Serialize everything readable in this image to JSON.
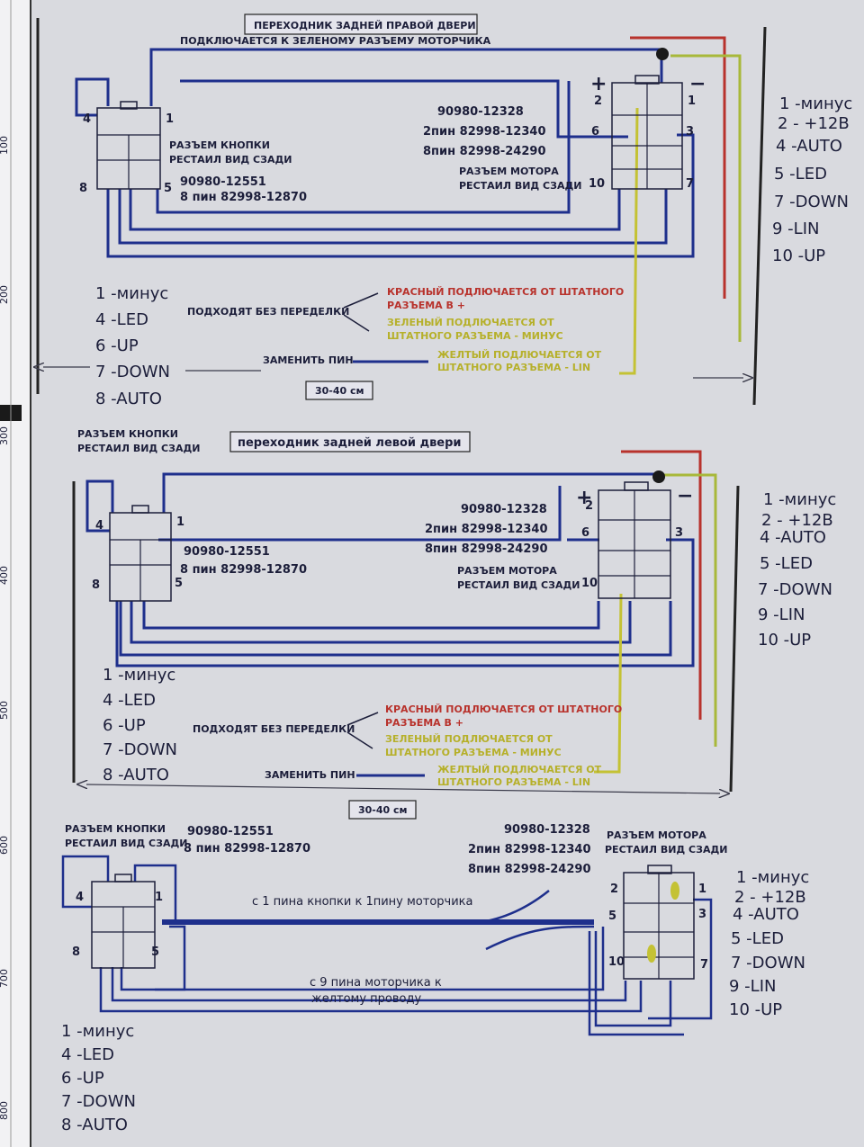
{
  "ruler": [
    "100",
    "200",
    "300",
    "400",
    "500",
    "600",
    "700",
    "800"
  ],
  "legend_motor": [
    "1 -минус",
    "2 - +12В",
    "4 -AUTO",
    "5 -LED",
    "7 -DOWN",
    "9 -LIN",
    "10 -UP"
  ],
  "legend_button": [
    "1 -минус",
    "4 -LED",
    "6 -UP",
    "7 -DOWN",
    "8 -AUTO"
  ],
  "part_button": "90980-12551",
  "part_button_8pin": "8 пин 82998-12870",
  "part_motor": "90980-12328",
  "part_motor_2pin": "2пин 82998-12340",
  "part_motor_8pin": "8пин  82998-24290",
  "label_button_conn": [
    "РАЗЪЕМ КНОПКИ",
    "РЕСТАИЛ ВИД СЗАДИ"
  ],
  "label_motor_conn": [
    "РАЗЪЕМ МОТОРА",
    "РЕСТАИЛ ВИД СЗАДИ"
  ],
  "fit_note": "ПОДХОДЯТ БЕЗ ПЕРЕДЕЛКИ",
  "red_note": [
    "КРАСНЫЙ ПОДЛЮЧАЕТСЯ ОТ ШТАТНОГО",
    "РАЗЪЕМА  В +"
  ],
  "green_note": [
    "ЗЕЛЕНЫЙ ПОДЛЮЧАЕТСЯ ОТ",
    "ШТАТНОГО РАЗЪЕМА - МИНУС"
  ],
  "yellow_note": [
    "ЖЕЛТЫЙ ПОДЛЮЧАЕТСЯ ОТ",
    "ШТАТНОГО РАЗЪЕМА - LIN"
  ],
  "replace_pin": "ЗАМЕНИТЬ ПИН",
  "length": "30-40 см",
  "plus": "+",
  "minus": "−",
  "section1": {
    "title": "ПЕРЕХОДНИК ЗАДНЕЙ ПРАВОЙ ДВЕРИ",
    "subtitle": "ПОДКЛЮЧАЕТСЯ К ЗЕЛЕНОМУ РАЗЪЕМУ МОТОРЧИКА",
    "btn_pins": [
      "4",
      "1",
      "8",
      "5"
    ],
    "motor_pins": [
      "2",
      "1",
      "6",
      "3",
      "10",
      "7"
    ]
  },
  "section2": {
    "title": "переходник задней левой двери",
    "btn_pins": [
      "4",
      "1",
      "8",
      "5"
    ],
    "motor_pins": [
      "2",
      "6",
      "3",
      "10"
    ]
  },
  "section3": {
    "btn_pins": [
      "4",
      "1",
      "8",
      "5"
    ],
    "motor_pins": [
      "2",
      "1",
      "3",
      "5",
      "10",
      "7"
    ],
    "wire_note1": "с 1 пина кнопки к 1пину моторчика",
    "wire_note2": [
      "с 9 пина моторчика к",
      "желтому проводу"
    ]
  }
}
